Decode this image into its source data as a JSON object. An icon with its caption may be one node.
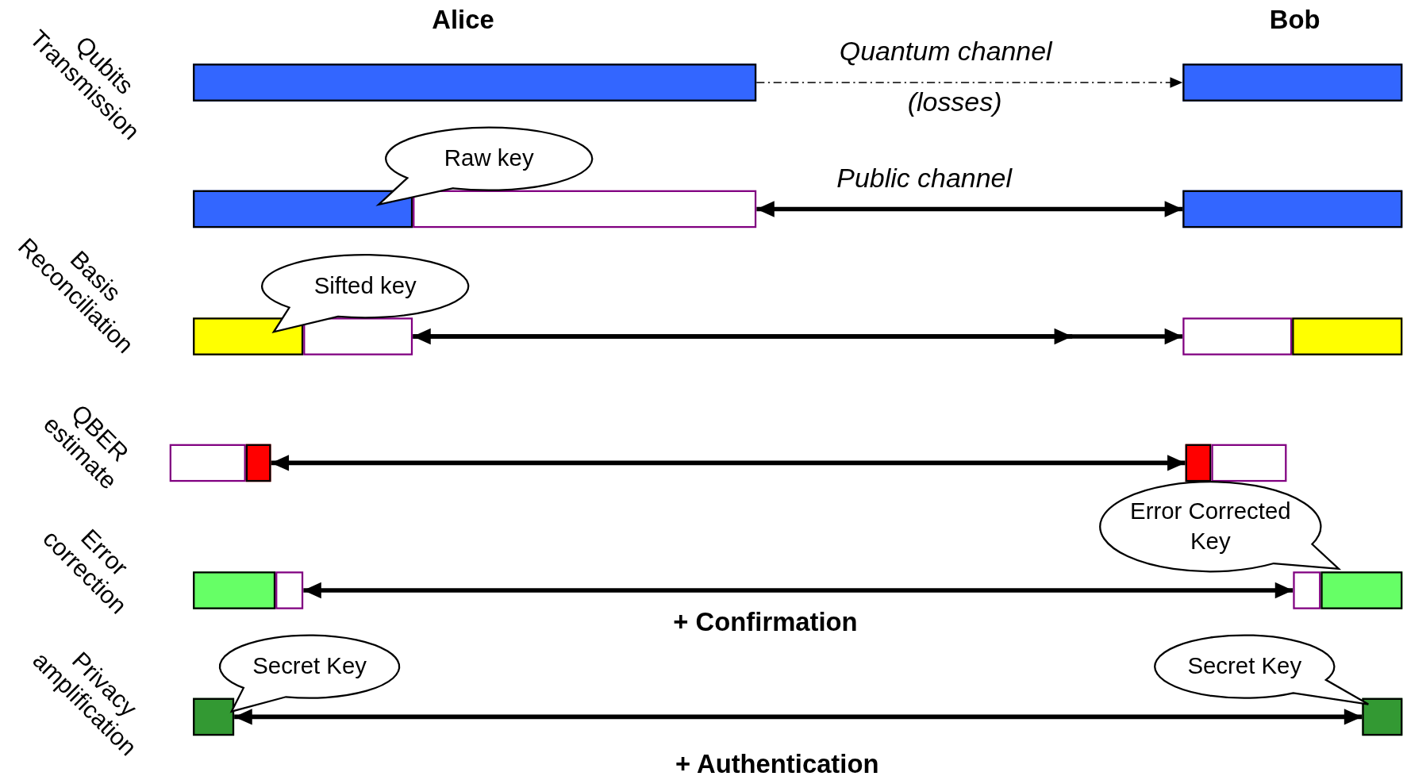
{
  "diagram": {
    "nodes": [
      {
        "text": [],
        "shape": "bar"
      },
      {
        "text": [],
        "shape": "bar"
      },
      {
        "text": [
          "Raw key"
        ]
      },
      {
        "text": [],
        "shape": "bar"
      },
      {
        "text": [],
        "shape": "bar"
      },
      {
        "text": [],
        "shape": "bar"
      },
      {
        "text": [
          "Sifted key"
        ]
      },
      {
        "text": [],
        "shape": "bar"
      },
      {
        "text": [],
        "shape": "bar"
      },
      {
        "text": [],
        "shape": "bar"
      },
      {
        "text": [],
        "shape": "bar"
      },
      {
        "text": [],
        "shape": "bar"
      },
      {
        "text": [],
        "shape": "bar"
      },
      {
        "text": [],
        "shape": "bar"
      },
      {
        "text": [],
        "shape": "bar"
      },
      {
        "text": [
          "Error Corrected Key"
        ]
      },
      {
        "text": [],
        "shape": "bar"
      },
      {
        "text": [],
        "shape": "bar"
      },
      {
        "text": [],
        "shape": "bar"
      },
      {
        "text": [],
        "shape": "bar"
      },
      {
        "text": [
          "Secret Key"
        ]
      },
      {
        "text": [
          "Secret Key"
        ]
      },
      {
        "text": [],
        "shape": "bar"
      },
      {
        "text": [],
        "shape": "bar"
      }
    ],
    "edges": [
      {
        "from": 0,
        "to": 1,
        "arrow": "to",
        "label": "Quantum channel",
        "style": "dashed"
      },
      {
        "from": 4,
        "to": 5,
        "arrow": "both",
        "label": "Public channel"
      },
      {
        "from": 8,
        "to": 9,
        "arrow": "both"
      },
      {
        "from": 8,
        "to": null,
        "arrow": "both"
      },
      {
        "from": 12,
        "to": 13,
        "arrow": "both"
      },
      {
        "from": 17,
        "to": 18,
        "arrow": "both",
        "label": "+ Confirmation"
      },
      {
        "from": 22,
        "to": 23,
        "arrow": "both",
        "label": "+ Authentication"
      }
    ],
    "labels": [
      "Qubits Transmission",
      "Alice",
      "Bob",
      "(losses)",
      "Basis Reconciliation",
      "QBER estimate",
      "Error correction",
      "Privacy amplification"
    ]
  }
}
